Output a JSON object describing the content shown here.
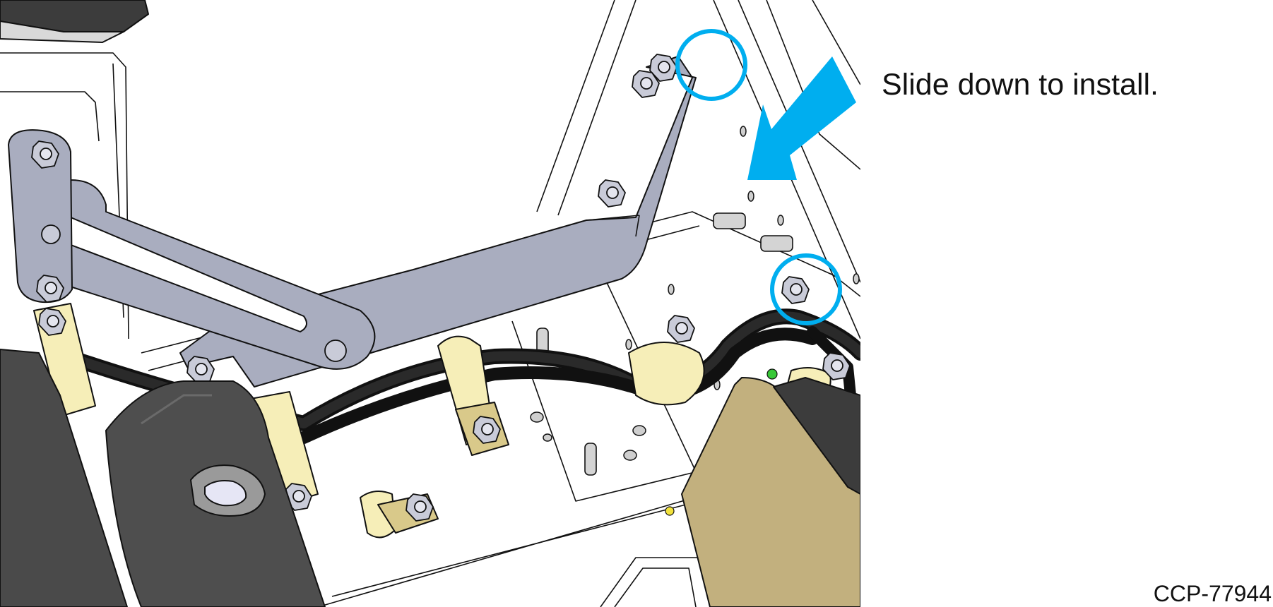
{
  "instruction_text": "Slide down to install.",
  "figure_id": "CCP-77944",
  "colors": {
    "callout": "#00AEEF",
    "bracket": "#A9ADBF",
    "clamp": "#F6EEB8",
    "module": "#C2B07E",
    "dark_cover": "#4A4A4A",
    "line": "#111111"
  },
  "callouts": [
    {
      "name": "upper-screw-callout",
      "shape": "circle"
    },
    {
      "name": "lower-screw-callout",
      "shape": "circle"
    }
  ]
}
